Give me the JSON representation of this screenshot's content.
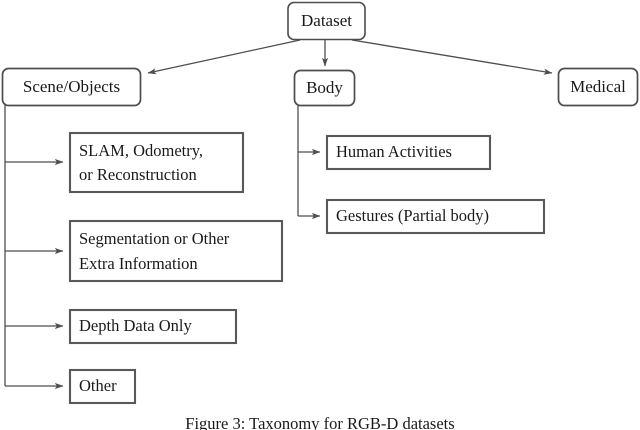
{
  "figure": {
    "caption": "Figure 3: Taxonomy for RGB-D datasets",
    "root_label": "Dataset",
    "colors": {
      "box_stroke": "#4d4d4d",
      "leaf_stroke": "#595959",
      "edge": "#4d4d4d",
      "text": "#1a1a1a",
      "background": "#ffffff"
    }
  },
  "nodes": {
    "root": {
      "label": "Dataset"
    },
    "level1": [
      {
        "label": "Scene/Objects"
      },
      {
        "label": "Body"
      },
      {
        "label": "Medical"
      }
    ],
    "scene_children": [
      {
        "line1": "SLAM, Odometry,",
        "line2": "or Reconstruction"
      },
      {
        "line1": "Segmentation or Other",
        "line2": "Extra Information"
      },
      {
        "line1": "Depth Data Only",
        "line2": ""
      },
      {
        "line1": "Other",
        "line2": ""
      }
    ],
    "body_children": [
      {
        "line1": "Human Activities",
        "line2": ""
      },
      {
        "line1": "Gestures (Partial body)",
        "line2": ""
      }
    ]
  }
}
